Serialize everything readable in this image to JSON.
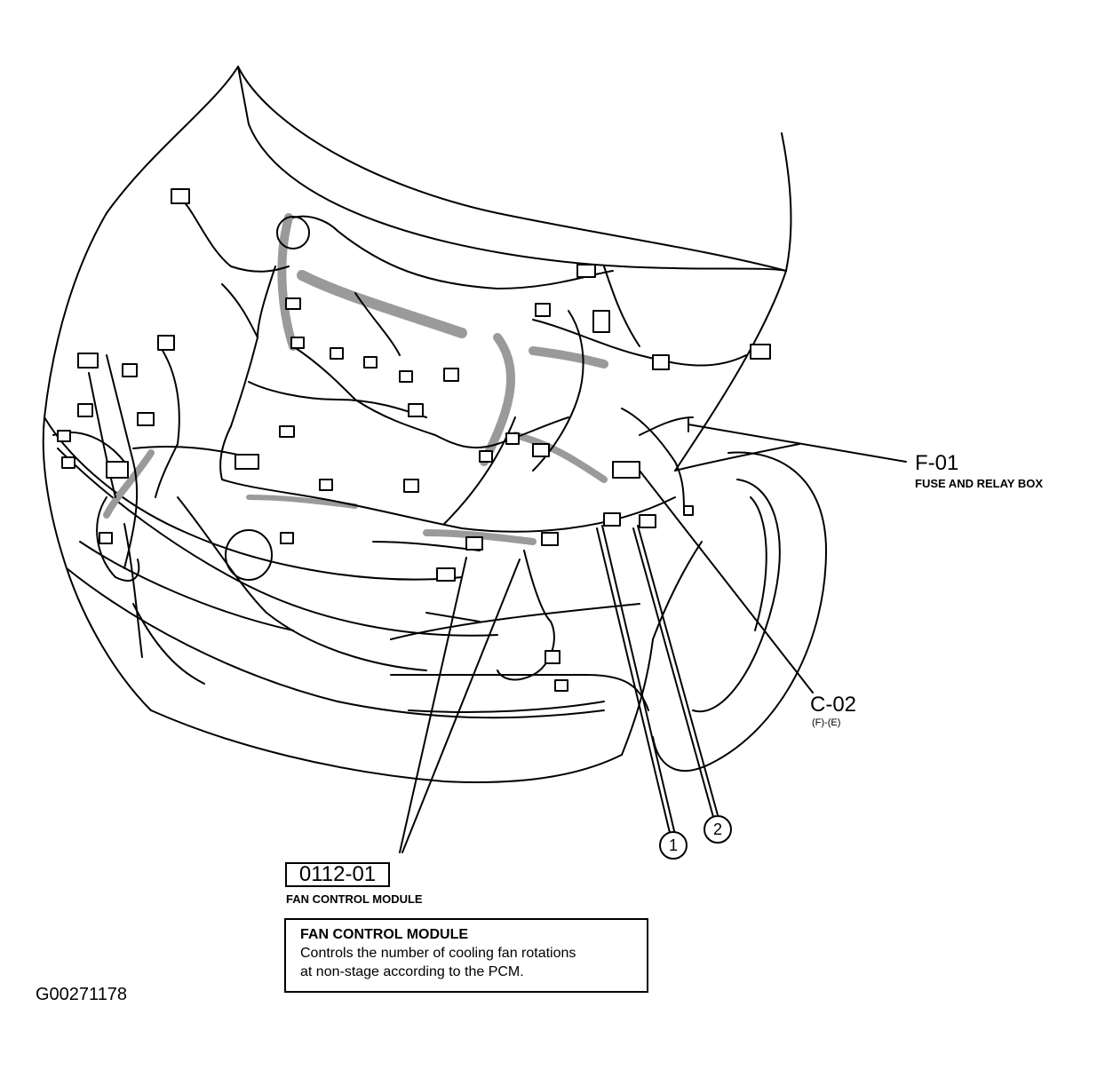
{
  "labels": {
    "fuse_code": "F-01",
    "fuse_name": "FUSE AND RELAY BOX",
    "connector_code": "C-02",
    "connector_sub": "(F)-(E)",
    "module_code": "0112-01",
    "module_name": "FAN CONTROL MODULE",
    "callout_1": "1",
    "callout_2": "2",
    "figure_id": "G00271178"
  },
  "info_box": {
    "title": "FAN CONTROL MODULE",
    "line1": "Controls the number of cooling fan rotations",
    "line2": "at non-stage according to the PCM."
  },
  "colors": {
    "ink": "#000000",
    "paper": "#ffffff",
    "harness_shade": "#9a9a9a"
  }
}
